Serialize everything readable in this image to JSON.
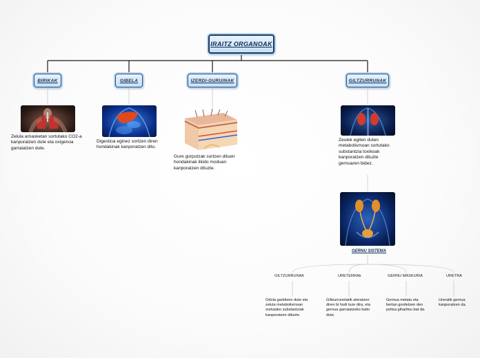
{
  "root": {
    "title": "IRAITZ ORGANOAK"
  },
  "organs": [
    {
      "title": "BIRIKAK",
      "description": "Zelula arnasketan sortutako CO2-a kanporatzen dute eta oxigenoa garraiatzen dute."
    },
    {
      "title": "GIBELA",
      "description": "Digestioa eginez sortzen diren hondakinak kanporatzen ditu."
    },
    {
      "title": "IZERDI-GURUINAK",
      "description": "Gure gorputzak sortzen dituen hondakinak likido moduan kanporatzen dituzte."
    },
    {
      "title": "GILTZURRUNAK",
      "description": "Zeulek egiten duten metabolismoan sortutako substantzia toxikoak kanporatzen dituzte gernuaren bidez."
    }
  ],
  "urinary_system": {
    "title": "GERNU SISTEMA",
    "parts": [
      {
        "title": "GILTZURRUNAK",
        "description": "Odola garbitzen dute eta zelula metabolismoan sortutako substantziak kanporatzen dituzte."
      },
      {
        "title": "URETERRAk",
        "description": "Giltzurrunetatik ateratzen diren bi hodi luze dira, eta gernua garraiatzeko balio dute."
      },
      {
        "title": "GERNU MASKURIA",
        "description": "Gernua metatu eta bertan gordetzen den poltsa giharttsu bat da."
      },
      {
        "title": "URETRA",
        "description": "Ureratik gernua kanporatzen da."
      }
    ]
  }
}
